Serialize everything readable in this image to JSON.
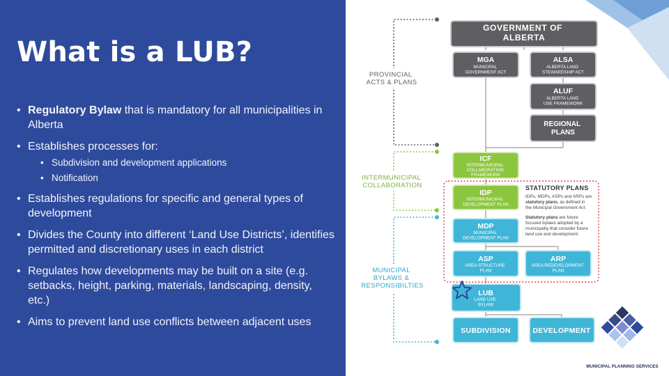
{
  "slide": {
    "title": "What is a LUB?",
    "bullets": [
      {
        "bold": "Regulatory Bylaw",
        "text": " that is mandatory for all municipalities in Alberta"
      },
      {
        "bold": "",
        "text": "Establishes processes for:",
        "sub": [
          "Subdivision and development applications",
          "Notification"
        ]
      },
      {
        "bold": "",
        "text": "Establishes regulations for specific and general types of development"
      },
      {
        "bold": "",
        "text": "Divides the County into different ‘Land Use Districts’, identifies permitted and discretionary uses in each district"
      },
      {
        "bold": "",
        "text": "Regulates how developments may be built on a site (e.g. setbacks, height, parking, materials, landscaping, density, etc.)"
      },
      {
        "bold": "",
        "text": "Aims to prevent land use conflicts between adjacent uses"
      }
    ]
  },
  "diagram": {
    "groups": {
      "provincial": [
        "PROVINCIAL",
        "ACTS & PLANS"
      ],
      "intermunicipal": [
        "INTERMUNICIPAL",
        "COLLABORATION"
      ],
      "municipal": [
        "MUNICIPAL",
        "BYLAWS &",
        "RESPONSIBILTIES"
      ]
    },
    "boxes": {
      "goa": {
        "title": [
          "GOVERNMENT OF",
          "ALBERTA"
        ],
        "sub": []
      },
      "mga": {
        "title": [
          "MGA"
        ],
        "sub": [
          "MUNICIPAL",
          "GOVERNMENT ACT"
        ]
      },
      "alsa": {
        "title": [
          "ALSA"
        ],
        "sub": [
          "ALBERTA LAND",
          "STEWARDSHIP ACT"
        ]
      },
      "aluf": {
        "title": [
          "ALUF"
        ],
        "sub": [
          "ALBERTA LAND",
          "USE FRAMEWORK"
        ]
      },
      "regional": {
        "title": [
          "REGIONAL",
          "PLANS"
        ],
        "sub": []
      },
      "icf": {
        "title": [
          "ICF"
        ],
        "sub": [
          "INTERMUNICIPAL",
          "COLLABORATION",
          "FRAMEWORK"
        ]
      },
      "idp": {
        "title": [
          "IDP"
        ],
        "sub": [
          "INTERMUNICIPAL",
          "DEVELOPMENT PLAN"
        ]
      },
      "mdp": {
        "title": [
          "MDP"
        ],
        "sub": [
          "MUNICIPAL",
          "DEVELOPMENT PLAN"
        ]
      },
      "asp": {
        "title": [
          "ASP"
        ],
        "sub": [
          "AREA STRUCTURE",
          "PLAN"
        ]
      },
      "arp": {
        "title": [
          "ARP"
        ],
        "sub": [
          "AREA REDEVELOPMENT",
          "PLAN"
        ]
      },
      "lub": {
        "title": [
          "LUB"
        ],
        "sub": [
          "LAND USE",
          "BYLAW"
        ]
      },
      "subdivision": {
        "title": [
          "SUBDIVISION"
        ],
        "sub": []
      },
      "development": {
        "title": [
          "DEVELOPMENT"
        ],
        "sub": []
      }
    },
    "statutory": {
      "heading": "STATUTORY PLANS",
      "line1": [
        "IDPs, MDPs, ASPs and ARPs are",
        "statutory plans",
        ", as defined in",
        "the ",
        "Municipal Government Act",
        "."
      ],
      "line2": [
        "Statutory plans",
        " are  future",
        "focused bylaws adopted by a",
        "municipality that consider future",
        "land use and development."
      ]
    },
    "colors": {
      "dark": "#5d5f62",
      "green": "#8cc63f",
      "blue": "#3fb6d8",
      "red": "#e0393e",
      "navy": "#2e4a9c"
    }
  },
  "logo": {
    "text": "MUNICIPAL PLANNING SERVICES"
  }
}
